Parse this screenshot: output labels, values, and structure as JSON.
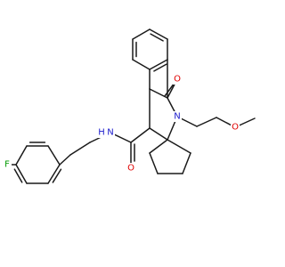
{
  "colors": {
    "bond": "#1a1a1a",
    "carbon": "#1a1a1a",
    "nitrogen": "#1a1acc",
    "oxygen": "#e00000",
    "fluorine": "#009a00"
  },
  "atoms": {
    "F": "F",
    "N_amide": "N",
    "H_amide": "H",
    "O_amide": "O",
    "N_ring": "N",
    "O_ketone": "O",
    "O_ether": "O"
  }
}
